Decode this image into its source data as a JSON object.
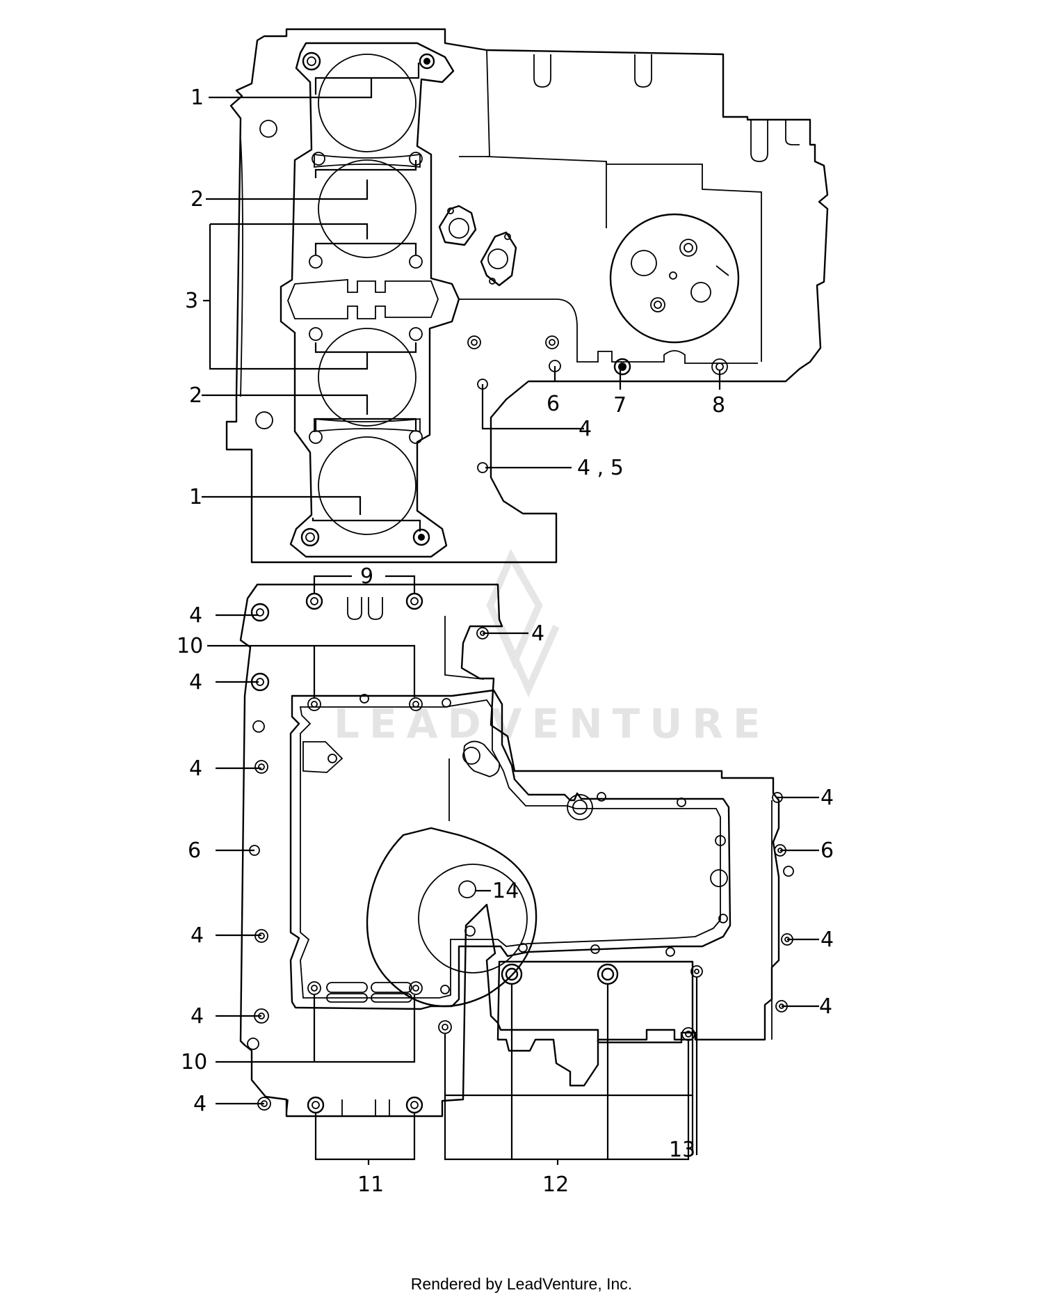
{
  "watermark": {
    "text": "LEADVENTURE"
  },
  "credit": "Rendered by LeadVenture, Inc.",
  "callouts": {
    "c1_top": "1",
    "c2_top": "2",
    "c3": "3",
    "c2_bottom": "2",
    "c1_bottom": "1",
    "c6_upper": "6",
    "c7": "7",
    "c8": "8",
    "c4_upper": "4",
    "c45": "4 , 5",
    "c9": "9",
    "c4_l1": "4",
    "c4_center": "4",
    "c10_top": "10",
    "c4_l2": "4",
    "c4_l3": "4",
    "c6_left": "6",
    "c4_l4": "4",
    "c4_l5": "4",
    "c10_bottom": "10",
    "c4_l6": "4",
    "c4_r1": "4",
    "c6_right": "6",
    "c4_r2": "4",
    "c4_r3": "4",
    "c14": "14",
    "c13": "13",
    "c11": "11",
    "c12": "12"
  }
}
